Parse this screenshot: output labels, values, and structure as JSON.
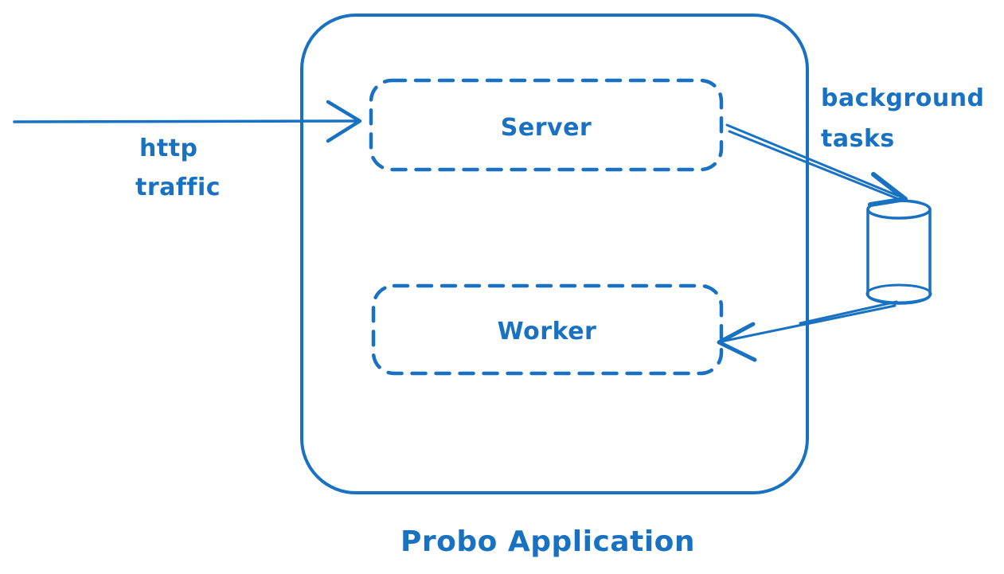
{
  "diagram": {
    "title": "Probo Application",
    "nodes": {
      "server": {
        "label": "Server"
      },
      "worker": {
        "label": "Worker"
      }
    },
    "annotations": {
      "http_traffic_line1": "http",
      "http_traffic_line2": "traffic",
      "background_tasks_line1": "background",
      "background_tasks_line2": "tasks"
    },
    "icons": {
      "queue": "cylinder-database-icon"
    },
    "colors": {
      "stroke_blue": "#1971c2",
      "cylinder_fill": "#e8f3fc"
    }
  }
}
